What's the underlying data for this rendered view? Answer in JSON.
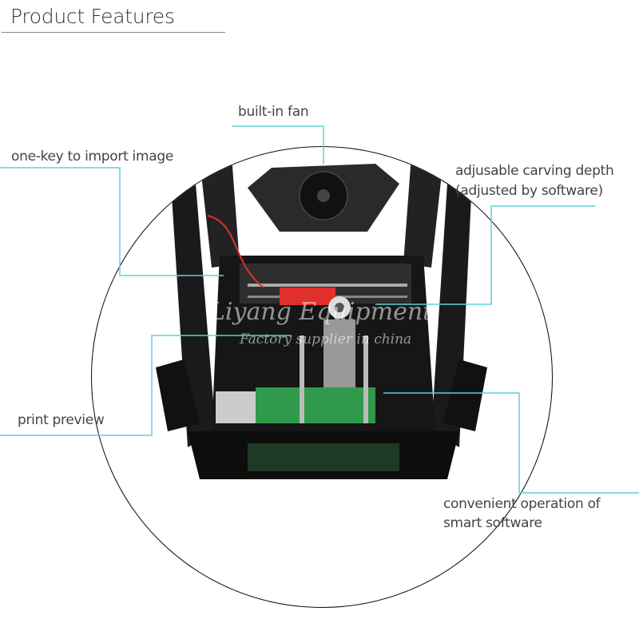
{
  "title": "Product Features",
  "callouts": {
    "fan": "built-in fan",
    "import": "one-key to import image",
    "depth_line1": "adjusable carving depth",
    "depth_line2": "(adjusted by software)",
    "preview": "print preview",
    "software_line1": "convenient operation of",
    "software_line2": "smart software"
  },
  "watermark": {
    "line1": "Liyang Equipment",
    "line2": "Factory supplier in china"
  },
  "colors": {
    "callout_line": "#5fd0dc",
    "rule": "#888888"
  }
}
